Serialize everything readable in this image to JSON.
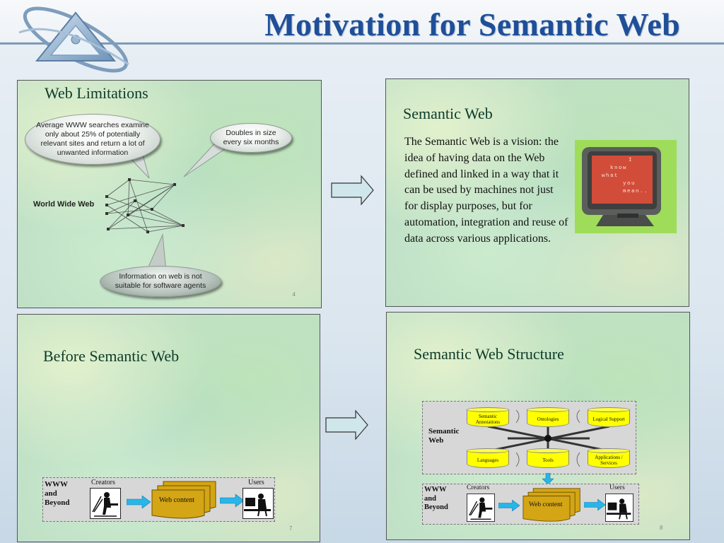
{
  "slide": {
    "title": "Motivation for Semantic Web"
  },
  "panel_limitations": {
    "title": "Web Limitations",
    "bubble_searches": "Average WWW searches examine only about 25% of potentially relevant sites and return a lot of unwanted information",
    "bubble_doubles": "Doubles in size every six months",
    "www_label": "World Wide Web",
    "bubble_agents": "Information on web is not suitable for software agents",
    "page_number": "4"
  },
  "panel_semantic": {
    "title": "Semantic Web",
    "description": "The Semantic Web is a vision: the idea of having data on the Web defined and linked in a way that it can be used by machines not just for display purposes, but for automation, integration and reuse of data across various applications.",
    "screen_lines": [
      "I",
      "know",
      "what",
      "you",
      "mean.."
    ]
  },
  "panel_before": {
    "title": "Before Semantic Web",
    "www_label": "WWW and Beyond",
    "creators_label": "Creators",
    "users_label": "Users",
    "content_label": "Web content",
    "page_number": "7"
  },
  "panel_structure": {
    "title": "Semantic Web Structure",
    "semantic_web_label": "Semantic Web",
    "components": [
      "Semantic Annotations",
      "Ontologies",
      "Logical Support",
      "Languages",
      "Tools",
      "Applications / Services"
    ],
    "www_label": "WWW and Beyond",
    "creators_label": "Creators",
    "users_label": "Users",
    "content_label": "Web content",
    "page_number": "8"
  },
  "colors": {
    "title": "#1f4f99",
    "panel_title": "#0e3b2a",
    "arrow_fill": "#cfe6ea",
    "cylinder": "#ffff00",
    "web_content": "#d4a514",
    "connector_arrow": "#29b5e8"
  }
}
